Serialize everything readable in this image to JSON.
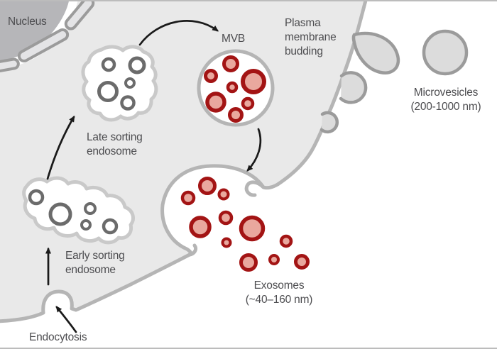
{
  "figure": {
    "description": "Cell diagram of exosome and microvesicle biogenesis"
  },
  "labels": {
    "nucleus": "Nucleus",
    "late_endosome": "Late sorting\nendosome",
    "early_endosome": "Early sorting\nendosome",
    "endocytosis": "Endocytosis",
    "mvb": "MVB",
    "plasma_membrane_budding": "Plasma\nmembrane\nbudding",
    "microvesicles": "Microvesicles\n(200-1000 nm)",
    "exosomes": "Exosomes\n(~40–160 nm)"
  },
  "colors": {
    "background": "#ffffff",
    "border_line": "#bcbcbc",
    "cell_fill": "#e9e9e9",
    "membrane": "#b5b5b5",
    "nucleus_fill": "#b6b6b9",
    "capsule_stroke": "#9b9b9b",
    "capsule_fill": "#e4e4e6",
    "endosome_outline": "#c9c9c9",
    "ring_gray": "#6b6b6b",
    "red_ring": "#a31414",
    "red_fill": "#e9a89e",
    "bud_fill": "#dcdcdc",
    "arrow": "#1a1a1a",
    "text": "#4d4d50"
  }
}
